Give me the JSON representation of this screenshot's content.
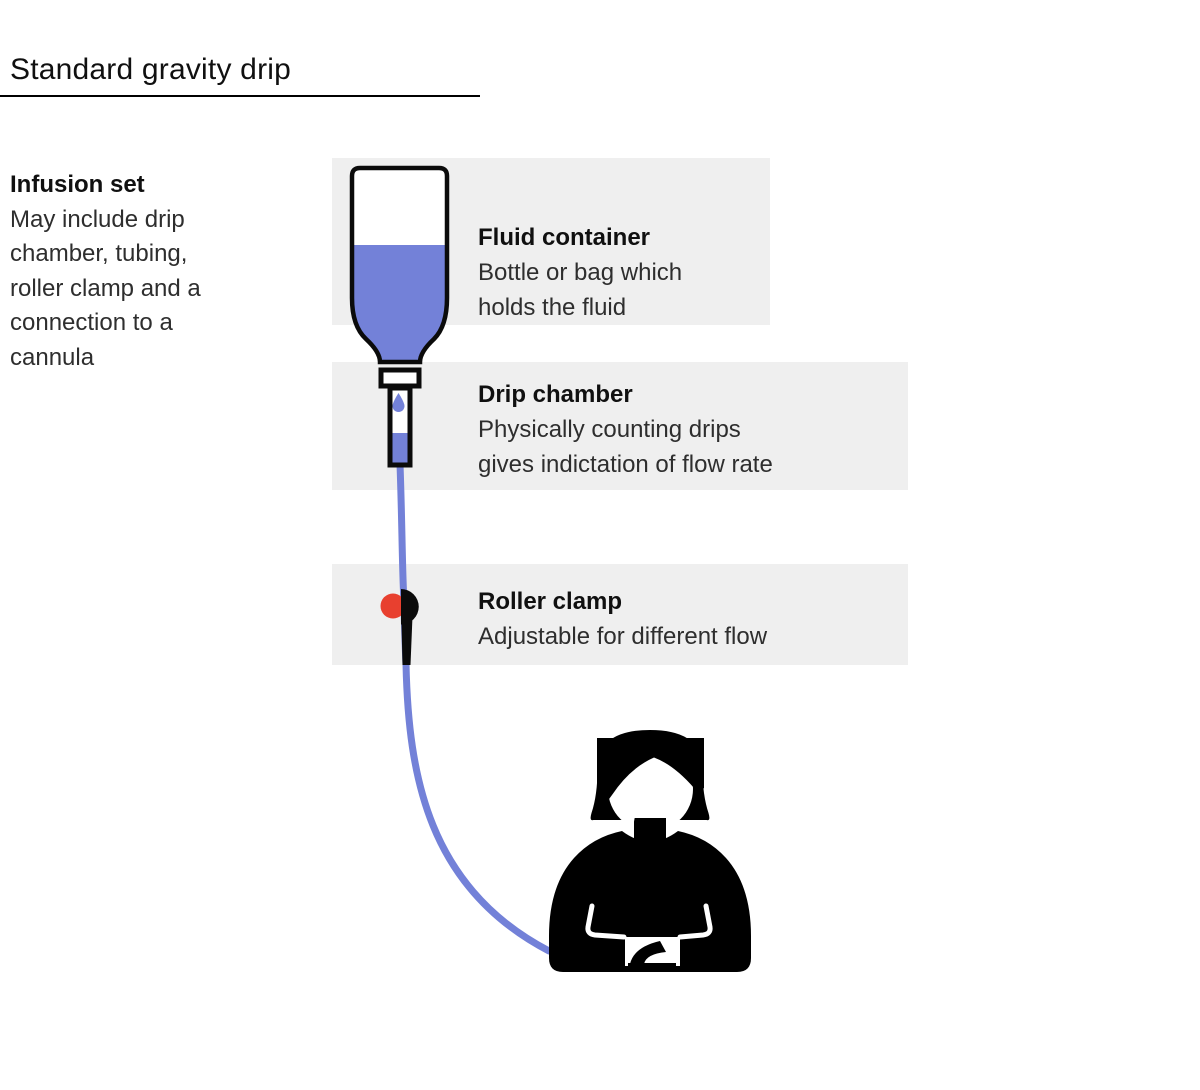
{
  "page": {
    "title": "Standard gravity drip"
  },
  "infobox": {
    "heading": "Infusion set",
    "lines": [
      "May include drip",
      "chamber, tubing,",
      "roller clamp and a",
      "connection to a",
      "cannula"
    ]
  },
  "captions": {
    "fluid_container": {
      "heading": "Fluid container",
      "lines": [
        "Bottle or bag which",
        "holds the fluid"
      ]
    },
    "drip_chamber": {
      "heading": "Drip chamber",
      "lines": [
        "Physically counting drips",
        "gives indictation of flow rate"
      ]
    },
    "roller_clamp": {
      "heading": "Roller clamp",
      "lines": [
        "Adjustable for different flow"
      ]
    }
  },
  "diagram": {
    "icons": [
      "fluid-bottle-icon",
      "drip-chamber-icon",
      "iv-tubing-icon",
      "roller-clamp-icon",
      "patient-icon"
    ],
    "colors": {
      "fluid_blue": "#7381d8",
      "clamp_red": "#e8402f",
      "panel_gray": "#efefef",
      "ink": "#0b0b0b"
    }
  }
}
